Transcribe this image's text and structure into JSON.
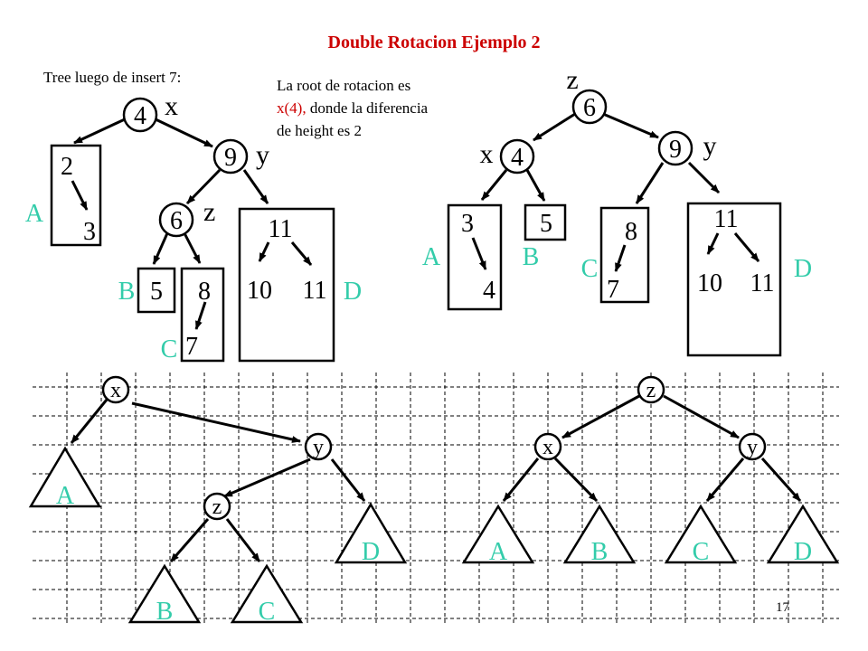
{
  "title": "Double Rotacion Ejemplo 2",
  "subtitle": "Tree luego de insert 7:",
  "note": {
    "line1": "La root de rotacion es",
    "line2_red": "x(4),",
    "line2_rest": " donde la diferencia",
    "line3": "de height es 2"
  },
  "page_number": "17",
  "colors": {
    "title": "#cc0000",
    "subtree_label": "#33ccaa",
    "text": "#000000"
  },
  "before_tree": {
    "nodes": {
      "n4": "4",
      "n2": "2",
      "n3": "3",
      "n9": "9",
      "n6": "6",
      "n5": "5",
      "n8": "8",
      "n7": "7",
      "n11": "11",
      "n10": "10",
      "n11b": "11"
    },
    "node_labels": {
      "x": "x",
      "y": "y",
      "z": "z"
    },
    "subtrees": {
      "A": "A",
      "B": "B",
      "C": "C",
      "D": "D"
    }
  },
  "after_tree": {
    "nodes": {
      "n6": "6",
      "n4": "4",
      "n9": "9",
      "n3": "3",
      "n4b": "4",
      "n5": "5",
      "n8": "8",
      "n7": "7",
      "n11": "11",
      "n10": "10",
      "n11b": "11"
    },
    "node_labels": {
      "x": "x",
      "y": "y",
      "z": "z"
    },
    "subtrees": {
      "A": "A",
      "B": "B",
      "C": "C",
      "D": "D"
    }
  },
  "schema_before": {
    "nodes": {
      "x": "x",
      "y": "y",
      "z": "z"
    },
    "subtrees": {
      "A": "A",
      "B": "B",
      "C": "C",
      "D": "D"
    }
  },
  "schema_after": {
    "nodes": {
      "z": "z",
      "x": "x",
      "y": "y"
    },
    "subtrees": {
      "A": "A",
      "B": "B",
      "C": "C",
      "D": "D"
    }
  }
}
